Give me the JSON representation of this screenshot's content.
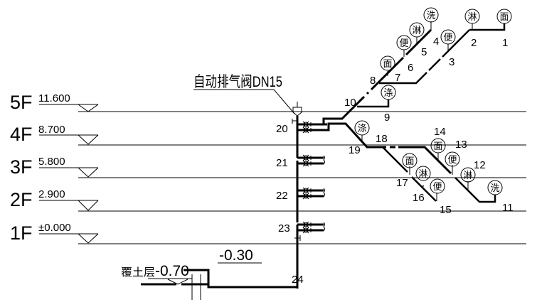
{
  "title": "给排水系统图",
  "floors": [
    {
      "id": "5F",
      "label": "5F",
      "elevation": "11.600"
    },
    {
      "id": "4F",
      "label": "4F",
      "elevation": "8.700"
    },
    {
      "id": "3F",
      "label": "3F",
      "elevation": "5.800"
    },
    {
      "id": "2F",
      "label": "2F",
      "elevation": "2.900"
    },
    {
      "id": "1F",
      "label": "1F",
      "elevation": "±0.000"
    }
  ],
  "annotations": {
    "air_valve": "自动排气阀DN15",
    "pipe_depth": "-0.30",
    "soil_cover_prefix": "覆土层",
    "soil_cover_value": "-0.70"
  },
  "node_numbers": {
    "n1": "1",
    "n2": "2",
    "n3": "3",
    "n4": "4",
    "n5": "5",
    "n6": "6",
    "n7": "7",
    "n8": "8",
    "n9": "9",
    "n10": "10",
    "n11": "11",
    "n12": "12",
    "n13": "13",
    "n14": "14",
    "n15": "15",
    "n16": "16",
    "n17": "17",
    "n18": "18",
    "n19": "19",
    "n20": "20",
    "n21": "21",
    "n22": "22",
    "n23": "23",
    "n24": "24"
  },
  "fixtures": {
    "basin": "面",
    "shower": "淋",
    "toilet": "便",
    "wash": "洗",
    "laundry": "涤"
  }
}
